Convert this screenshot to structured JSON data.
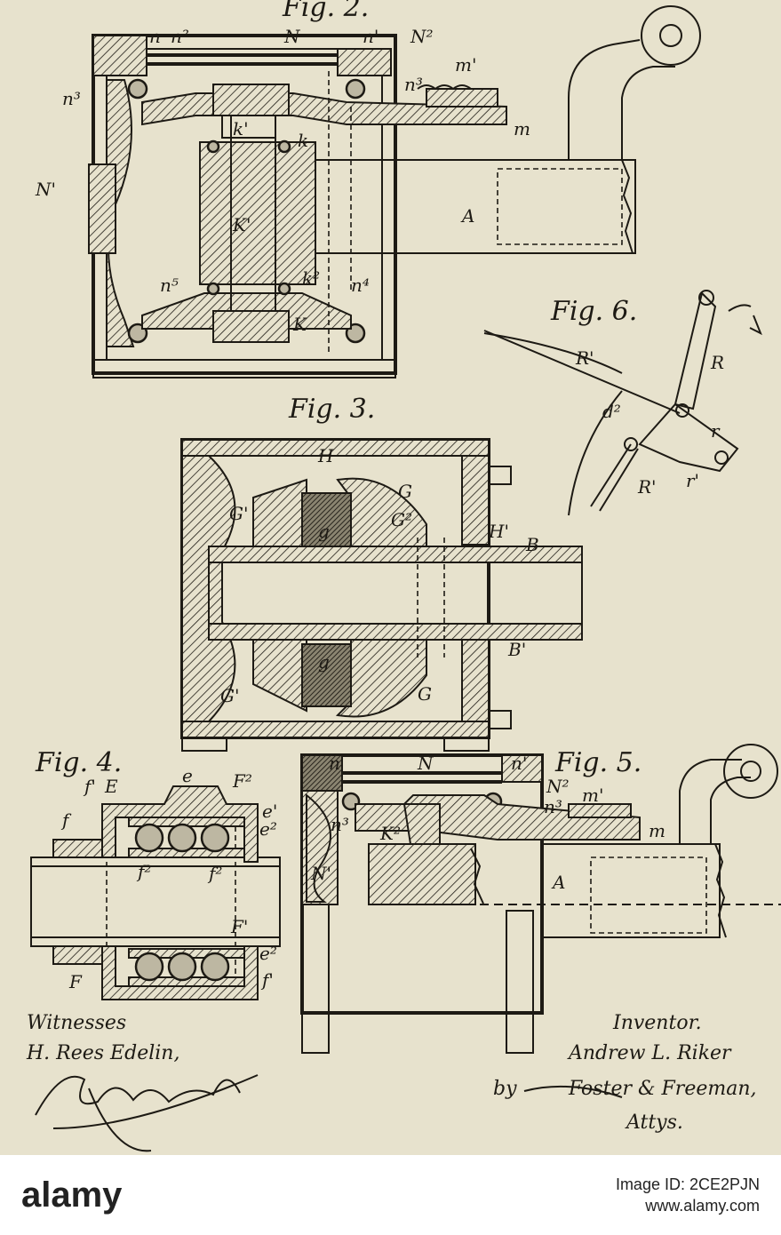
{
  "figures": {
    "fig2": "Fig. 2.",
    "fig3": "Fig. 3.",
    "fig4": "Fig. 4.",
    "fig5": "Fig. 5.",
    "fig6": "Fig. 6."
  },
  "labels": {
    "fig2": [
      "N",
      "n",
      "n²",
      "n'",
      "N²",
      "m'",
      "n³",
      "n³",
      "k'",
      "k",
      "m",
      "N'",
      "K'",
      "A",
      "n⁵",
      "k²",
      "n⁴",
      "K"
    ],
    "fig3": [
      "H",
      "G'",
      "G",
      "G²",
      "H'",
      "g",
      "B",
      "g",
      "B'",
      "G'",
      "G"
    ],
    "fig4": [
      "E",
      "e",
      "F²",
      "f'",
      "f",
      "e'",
      "e²",
      "f²",
      "f²",
      "F'",
      "e²",
      "F",
      "f'"
    ],
    "fig5": [
      "n",
      "N",
      "n'",
      "N²",
      "m'",
      "n³",
      "n³",
      "N'",
      "K²",
      "m",
      "A"
    ],
    "fig6": [
      "R'",
      "R",
      "d²",
      "r",
      "r'",
      "R'"
    ]
  },
  "signatures": {
    "witnesses_title": "Witnesses",
    "witness1": "H. Rees Edelin,",
    "inventor_title": "Inventor.",
    "inventor_name": "Andrew L. Riker",
    "by_line": "by",
    "attorney": "Foster & Freeman,",
    "attys": "Attys."
  },
  "watermark": {
    "logo": "alamy",
    "image_id_label": "Image ID: 2CE2PJN",
    "site": "www.alamy.com"
  }
}
